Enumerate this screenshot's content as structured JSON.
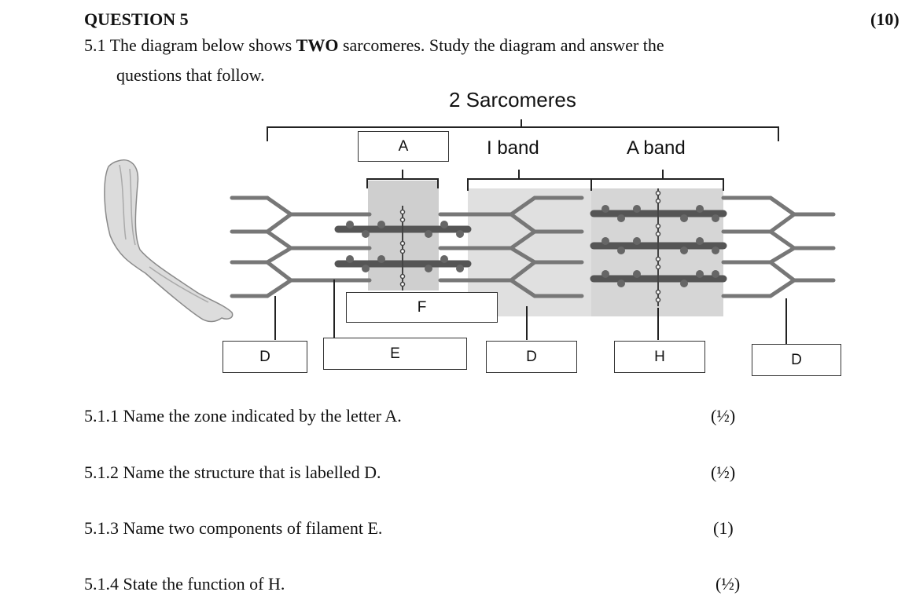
{
  "question": {
    "title": "QUESTION 5",
    "marks": "(10)",
    "intro_number": "5.1",
    "intro_part1": "The diagram below shows",
    "intro_bold": "TWO",
    "intro_part2": "sarcomeres. Study the diagram and answer the",
    "intro_line2": "questions that follow."
  },
  "diagram": {
    "title": "2 Sarcomeres",
    "label_a_box": "A",
    "label_i_band": "I band",
    "label_a_band": "A band",
    "label_f": "F",
    "label_d1": "D",
    "label_e": "E",
    "label_d2": "D",
    "label_h": "H",
    "label_d3": "D"
  },
  "subquestions": [
    {
      "number": "5.1.1",
      "text": "Name the zone indicated by the letter A.",
      "marks": "(½)"
    },
    {
      "number": "5.1.2",
      "text": "Name the structure that is labelled D.",
      "marks": "(½)"
    },
    {
      "number": "5.1.3",
      "text": "Name two components of filament E.",
      "marks": "(1)"
    },
    {
      "number": "5.1.4",
      "text": "State the function of H.",
      "marks": "(½)"
    }
  ]
}
